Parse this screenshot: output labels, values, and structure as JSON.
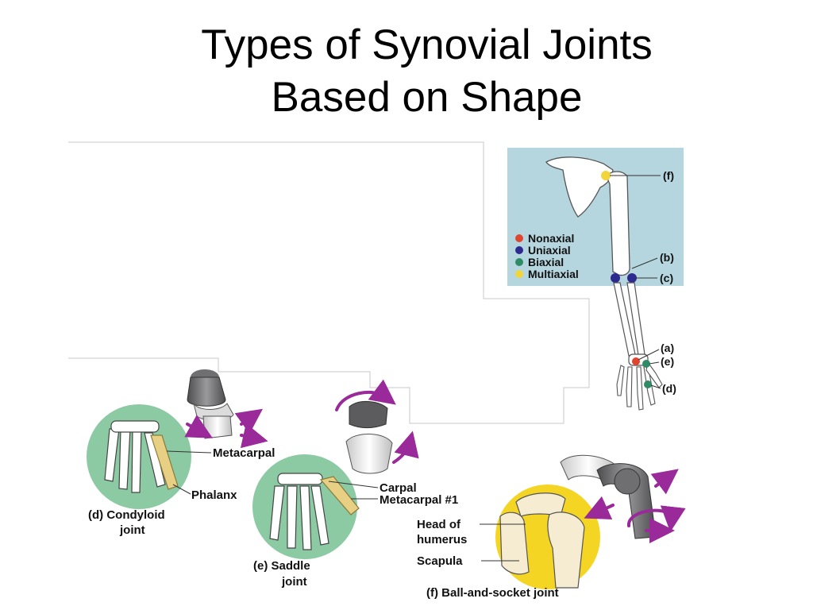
{
  "slide": {
    "title_line1": "Types of Synovial Joints",
    "title_line2": "Based on Shape"
  },
  "legend": [
    {
      "label": "Nonaxial",
      "color": "#e0462f"
    },
    {
      "label": "Uniaxial",
      "color": "#2d2a8f"
    },
    {
      "label": "Biaxial",
      "color": "#2e8b66"
    },
    {
      "label": "Multiaxial",
      "color": "#f2d53a"
    }
  ],
  "arm_tags": {
    "f": "(f)",
    "b": "(b)",
    "c": "(c)",
    "a": "(a)",
    "e": "(e)",
    "d": "(d)"
  },
  "condyloid": {
    "caption_line1": "(d) Condyloid",
    "caption_line2": "joint",
    "label_metacarpal": "Metacarpal",
    "label_phalanx": "Phalanx"
  },
  "saddle": {
    "caption_line1": "(e) Saddle",
    "caption_line2": "joint",
    "label_carpal": "Carpal",
    "label_metacarpal1": "Metacarpal #1"
  },
  "ball_socket": {
    "caption": "(f) Ball-and-socket joint",
    "label_head_line1": "Head of",
    "label_head_line2": "humerus",
    "label_scapula": "Scapula"
  },
  "colors": {
    "panel_blue": "#b6d6df",
    "green_circle": "#8ccaa4",
    "yellow_circle": "#f5d524",
    "arrow_purple": "#9a2a9a",
    "joint_gray": "#6f6f72"
  }
}
